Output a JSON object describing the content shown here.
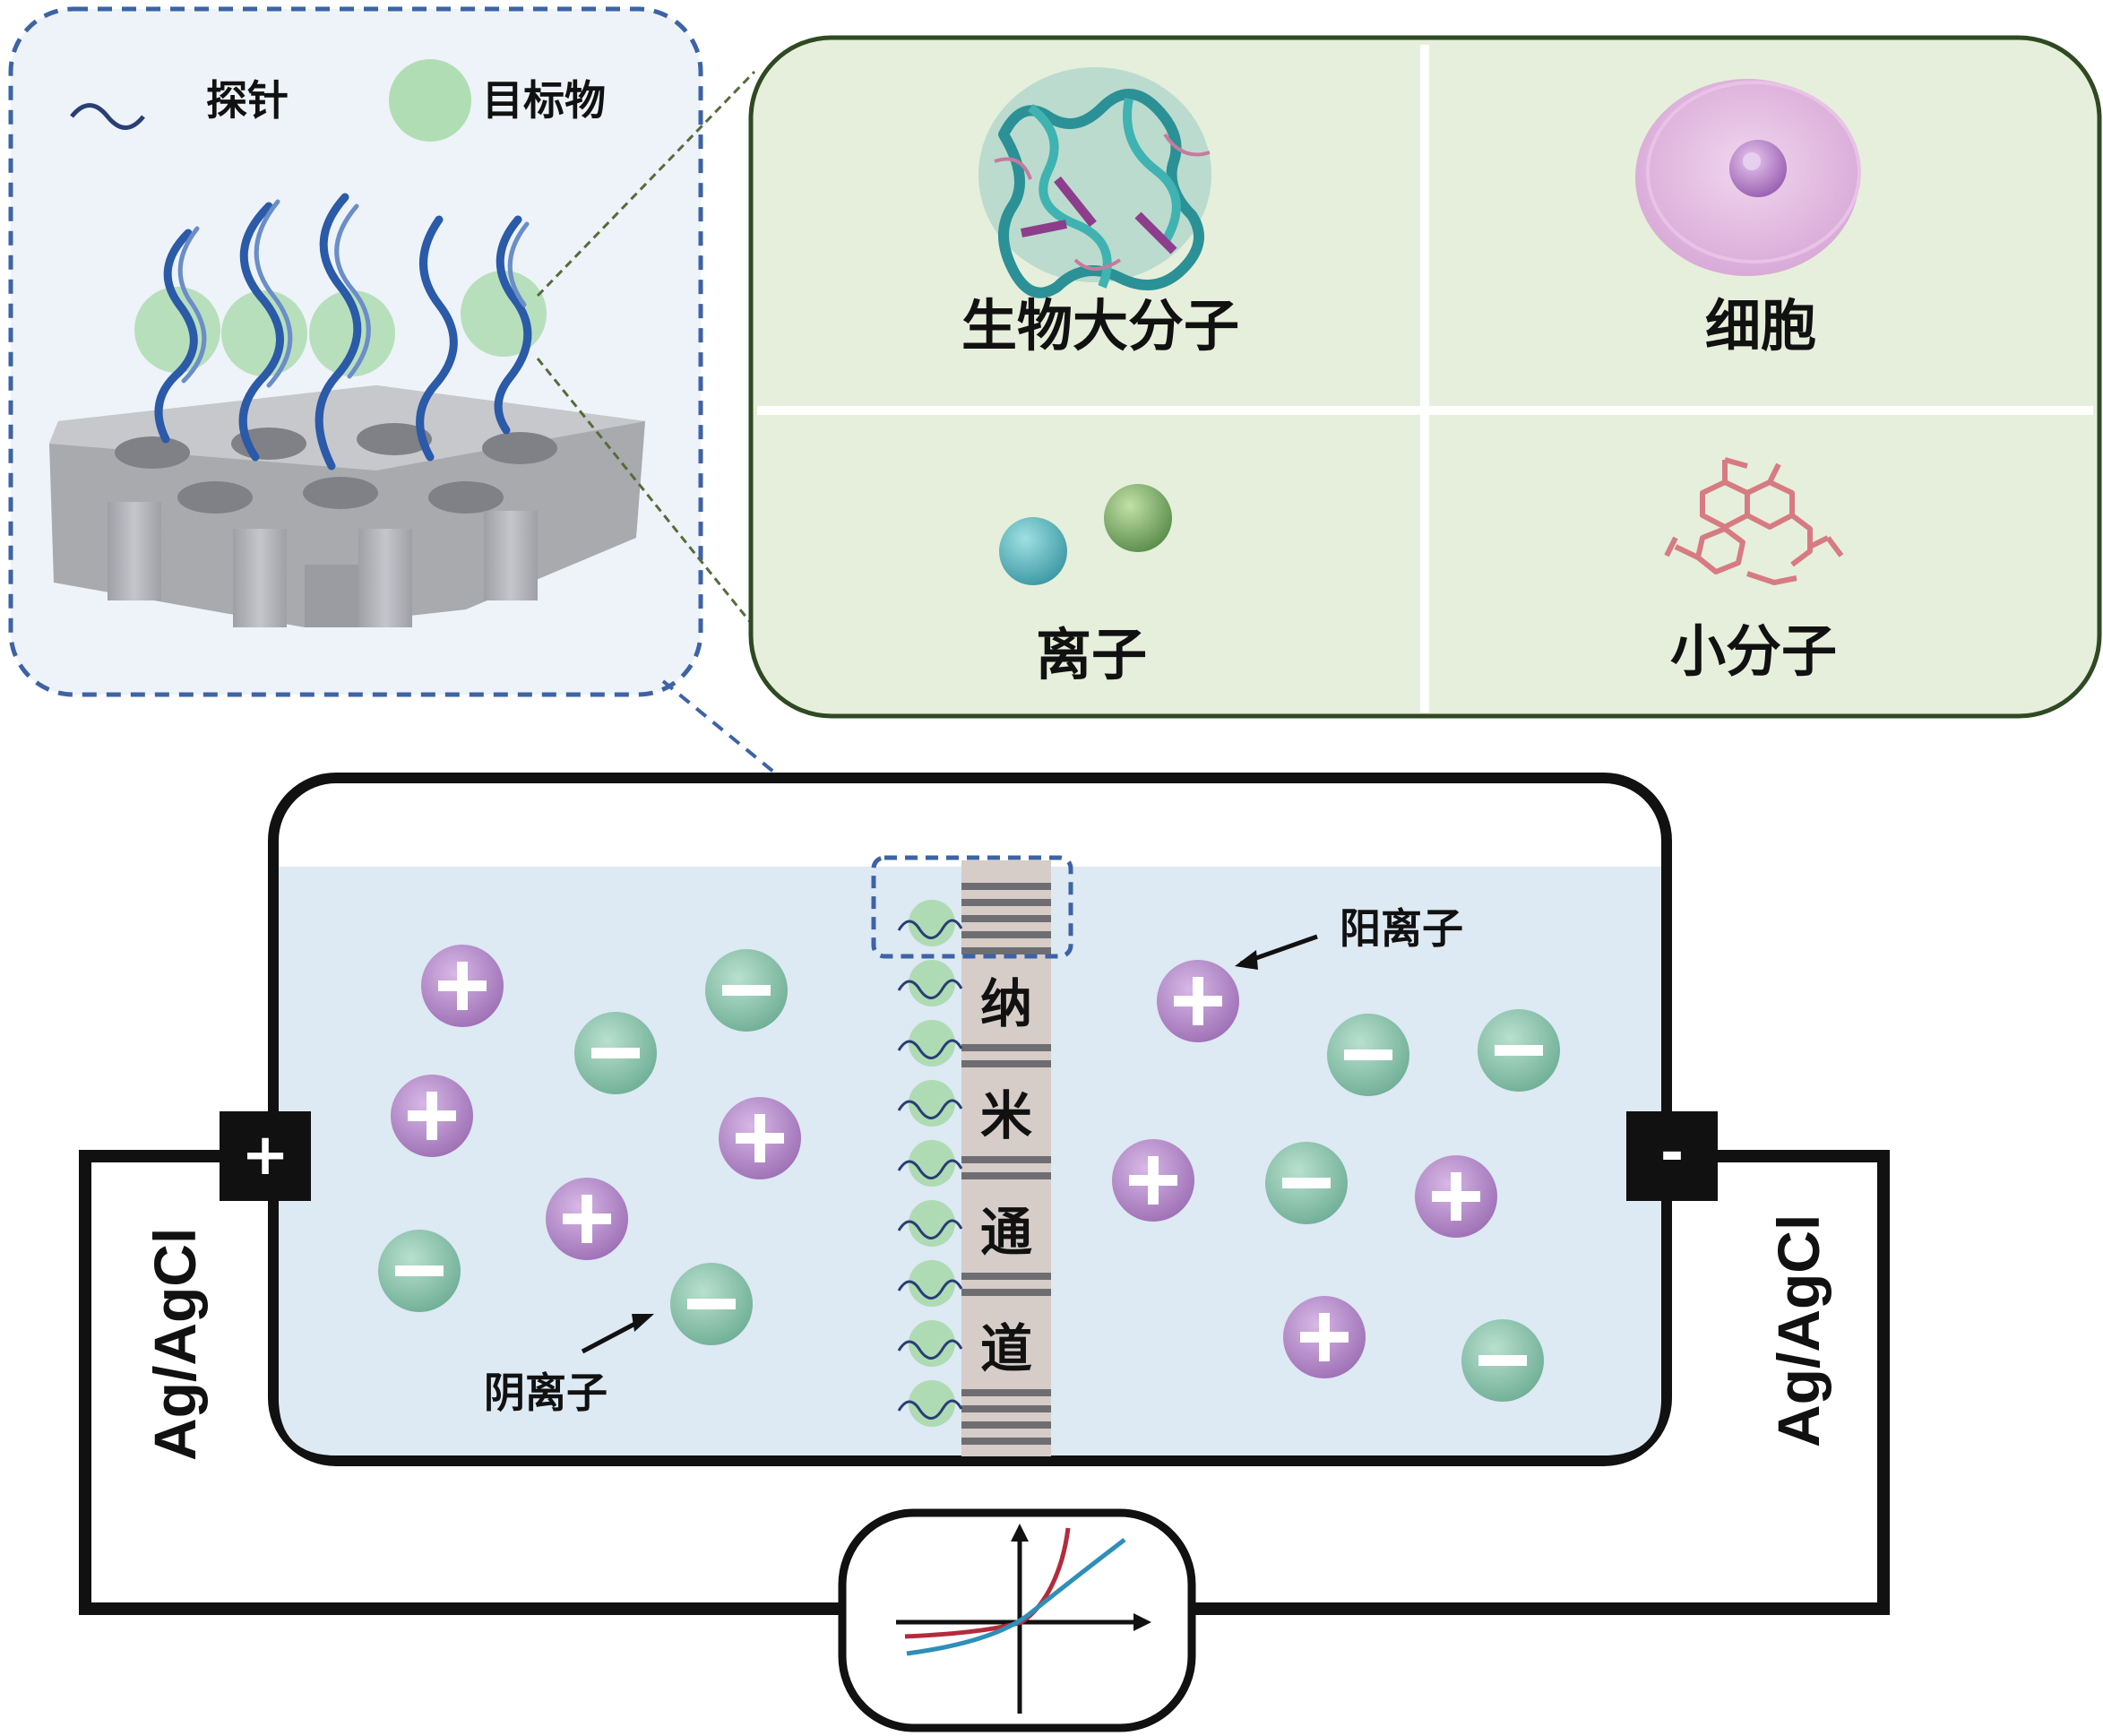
{
  "legend": {
    "probe_label": "探针",
    "target_label": "目标物"
  },
  "targets": {
    "biomacromolecule": "生物大分子",
    "cell": "细胞",
    "ion": "离子",
    "small_molecule": "小分子"
  },
  "cell_setup": {
    "channel_chars": [
      "纳",
      "米",
      "通",
      "道"
    ],
    "cation_label": "阳离子",
    "anion_label": "阴离子",
    "left_electrode": "Ag/AgCl",
    "right_electrode": "Ag/AgCl",
    "left_terminal": "+",
    "right_terminal": "-"
  },
  "colors": {
    "cation_fill": "#b78fcc",
    "anion_fill": "#8cc3ae",
    "target_fill": "#a6d8a8",
    "panel_fill": "#e6efdb",
    "solution_fill": "#dde9f3",
    "probe_blue": "#2a5aa8",
    "iv_red": "#b52b3c",
    "iv_blue": "#2e8fb8"
  }
}
